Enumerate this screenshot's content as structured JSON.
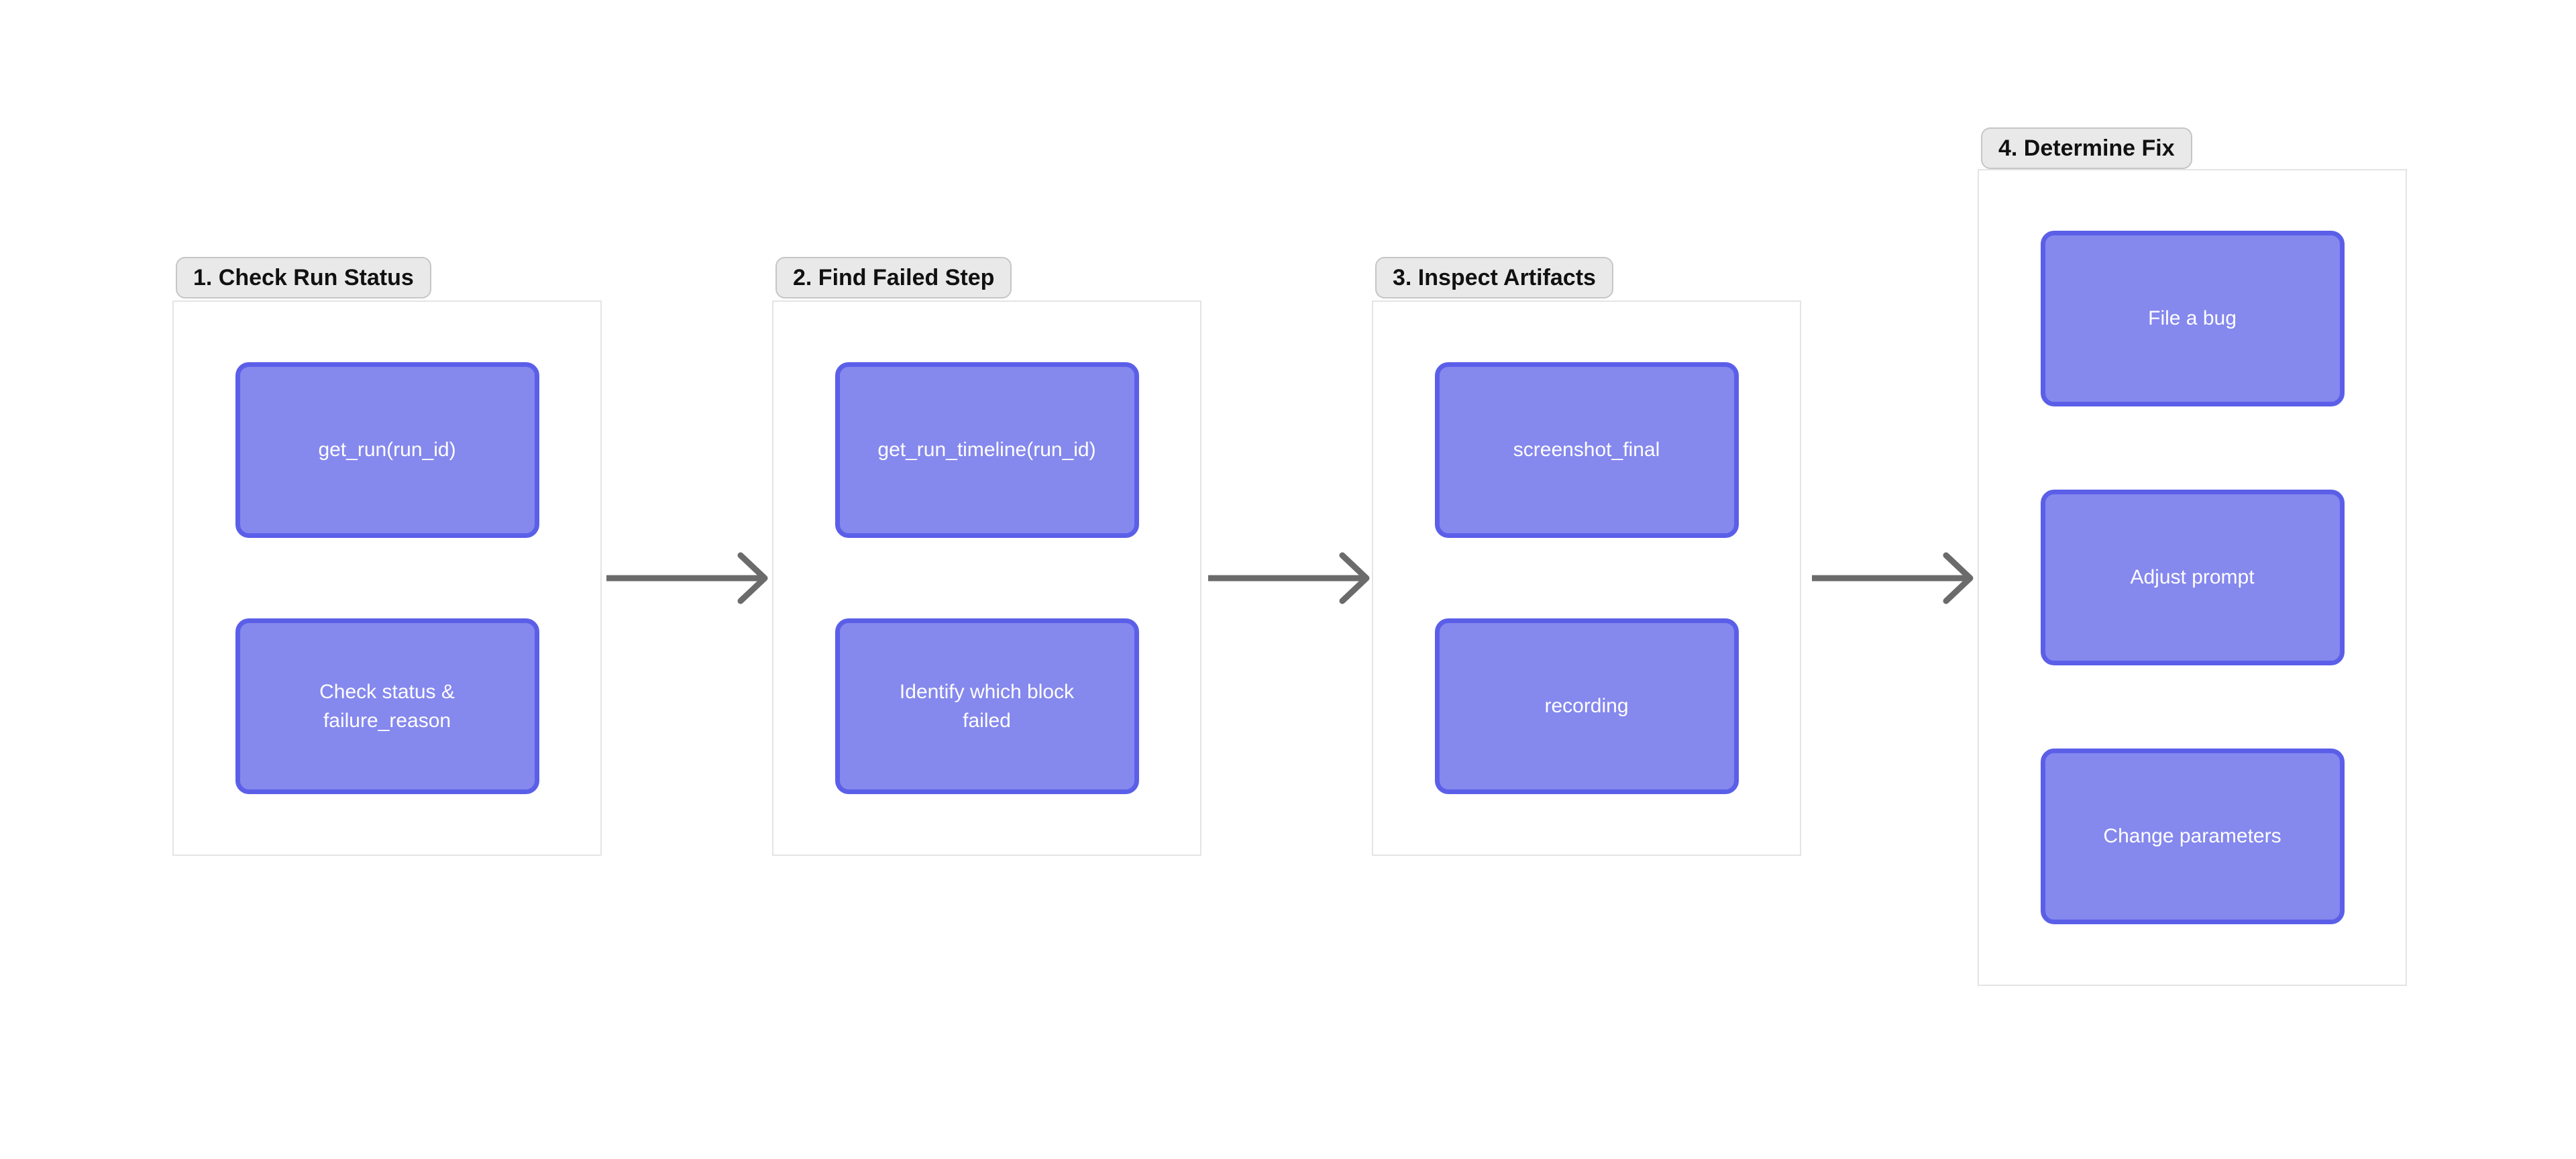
{
  "diagram": {
    "groups": [
      {
        "label": "1. Check Run Status",
        "nodes": [
          "get_run(run_id)",
          "Check status & failure_reason"
        ]
      },
      {
        "label": "2. Find Failed Step",
        "nodes": [
          "get_run_timeline(run_id)",
          "Identify which block failed"
        ]
      },
      {
        "label": "3. Inspect Artifacts",
        "nodes": [
          "screenshot_final",
          "recording"
        ]
      },
      {
        "label": "4. Determine Fix",
        "nodes": [
          "File a bug",
          "Adjust prompt",
          "Change parameters"
        ]
      }
    ],
    "arrows": [
      {
        "from": "1. Check Run Status",
        "to": "2. Find Failed Step"
      },
      {
        "from": "2. Find Failed Step",
        "to": "3. Inspect Artifacts"
      },
      {
        "from": "3. Inspect Artifacts",
        "to": "4. Determine Fix"
      }
    ],
    "colors": {
      "background": "#ffffff",
      "node_fill": "#8588ed",
      "node_border": "#5b5fe8",
      "node_text": "#ffffff",
      "label_bg": "#e9e9e9",
      "label_border": "#c6c6c6",
      "label_text": "#111111",
      "frame_border": "#e4e4e4",
      "arrow": "#6b6b6b"
    }
  }
}
